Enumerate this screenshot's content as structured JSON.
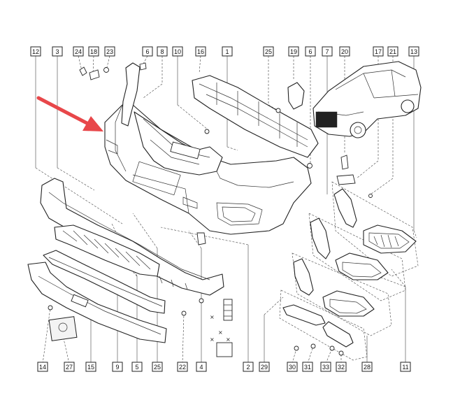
{
  "diagram": {
    "arrow_color": "#e8474a",
    "line_color": "#222222",
    "labels_top": [
      "12",
      "3",
      "24",
      "18",
      "23",
      "6",
      "8",
      "10",
      "16",
      "1",
      "25",
      "19",
      "6",
      "7",
      "20",
      "17",
      "21",
      "13"
    ],
    "labels_bottom": [
      "14",
      "27",
      "15",
      "9",
      "5",
      "25",
      "22",
      "4",
      "2",
      "29",
      "30",
      "31",
      "33",
      "32",
      "28",
      "11"
    ]
  }
}
